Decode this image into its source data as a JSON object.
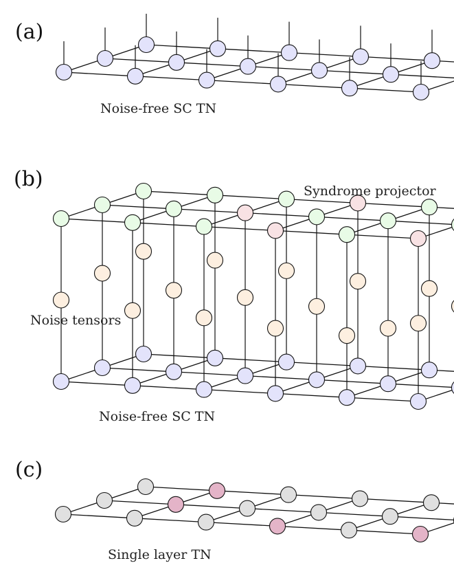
{
  "panels": {
    "a": {
      "label": "(a)",
      "caption": "Noise-free SC TN"
    },
    "b": {
      "label": "(b)",
      "caption_bottom": "Noise-free SC TN",
      "caption_top": "Syndrome projector",
      "caption_noise": "Noise tensors"
    },
    "c": {
      "label": "(c)",
      "caption": "Single layer TN"
    }
  },
  "colors": {
    "lattice_node": "#e3e3fb",
    "projector_green": "#e8fbe6",
    "projector_pink": "#f8e2e4",
    "noise_tensor": "#fdefe0",
    "single_gray": "#e0e0e0",
    "single_mauve": "#e4b4c8",
    "stroke": "#111111"
  }
}
